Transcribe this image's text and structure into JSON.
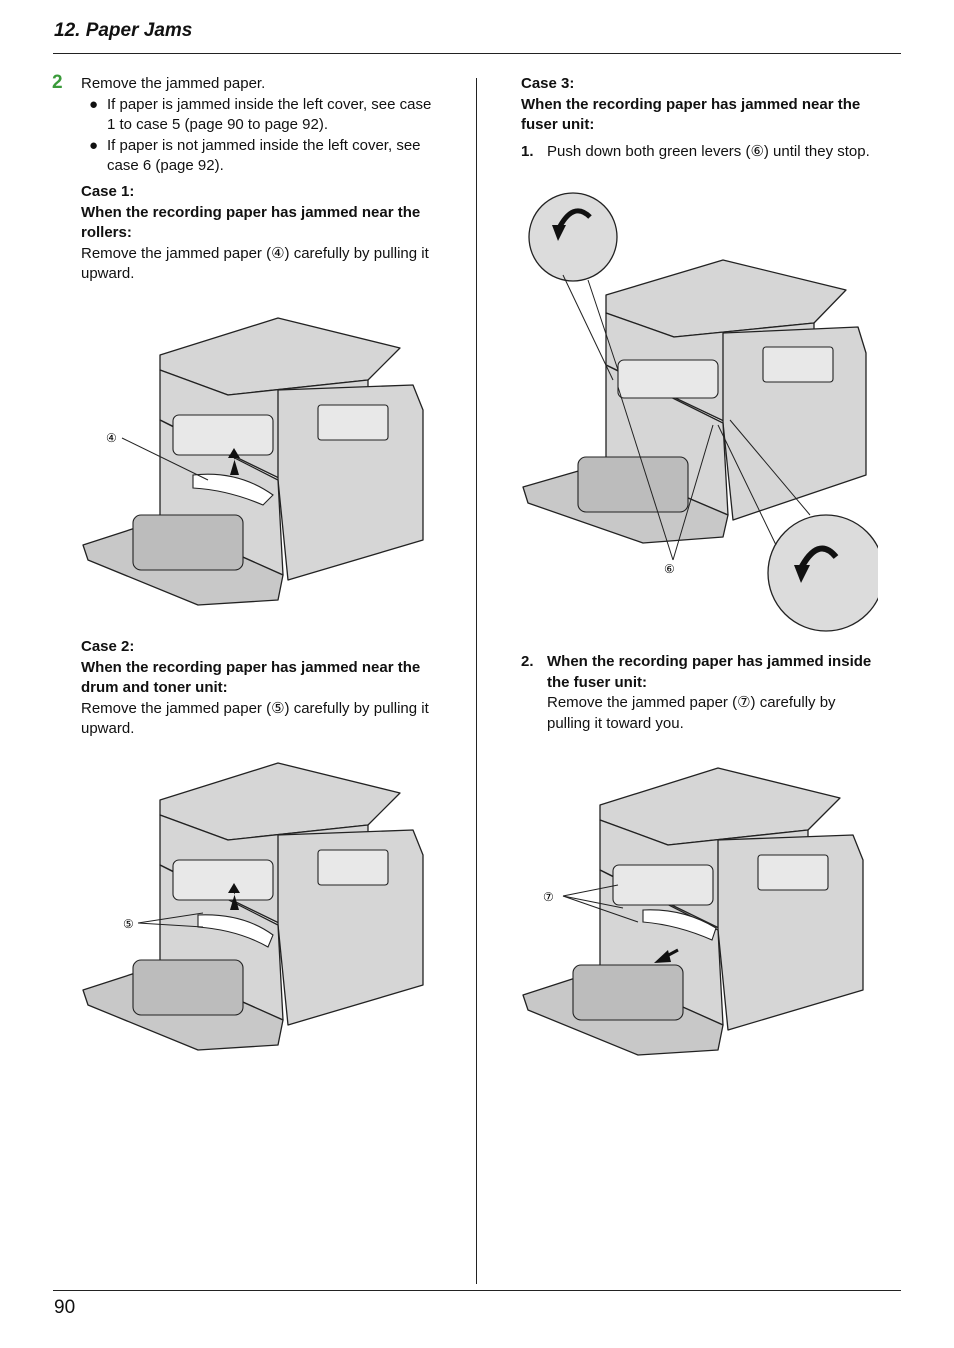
{
  "header": {
    "title": "12. Paper Jams"
  },
  "footer": {
    "page_number": "90"
  },
  "left": {
    "step_number": "2",
    "step_text": "Remove the jammed paper.",
    "bullets": [
      {
        "mark": "●",
        "line1": "If paper is jammed inside the left cover, see case",
        "line2": "1 to case 5 (page 90 to page 92)."
      },
      {
        "mark": "●",
        "line1": "If paper is not jammed inside the left cover, see",
        "line2": "case 6 (page 92)."
      }
    ],
    "case1": {
      "label": "Case 1:",
      "heading1": "When the recording paper has jammed near the",
      "heading2": "rollers:",
      "body1": "Remove the jammed paper (④) carefully by pulling it",
      "body2": "upward.",
      "callout": "④"
    },
    "case2": {
      "label": "Case 2:",
      "heading1": "When the recording paper has jammed near the",
      "heading2": "drum and toner unit:",
      "body1": "Remove the jammed paper (⑤) carefully by pulling it",
      "body2": "upward.",
      "callout": "⑤"
    }
  },
  "right": {
    "case3": {
      "label": "Case 3:",
      "heading1": "When the recording paper has jammed near the",
      "heading2": "fuser unit:",
      "step1_num": "1.",
      "step1_text": "Push down both green levers (⑥) until they stop.",
      "callout6": "⑥",
      "step2_num": "2.",
      "step2_heading1": "When the recording paper has jammed inside",
      "step2_heading2": "the fuser unit:",
      "step2_body1": "Remove the jammed paper (⑦) carefully by",
      "step2_body2": "pulling it toward you.",
      "callout7": "⑦"
    }
  }
}
